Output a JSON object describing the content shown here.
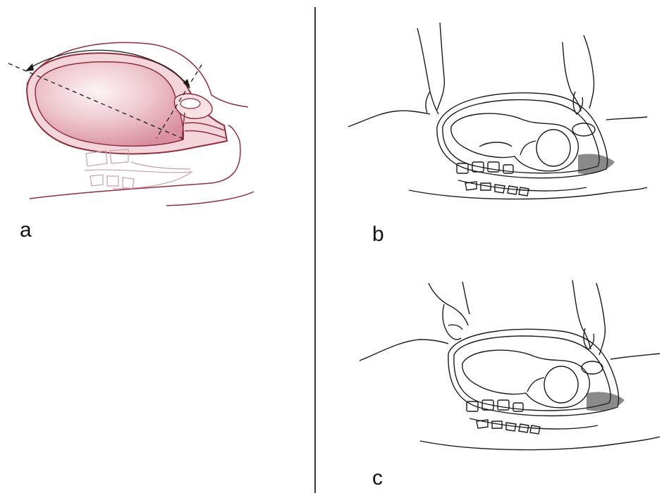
{
  "panels": [
    {
      "label": "a"
    },
    {
      "label": "b"
    },
    {
      "label": "c"
    }
  ],
  "colors": {
    "uterus_fill": "#e9bcc6",
    "uterus_highlight": "#fbeef1",
    "outline_red": "#8e2f3e",
    "line_black": "#1a1a1a",
    "divider": "#3a3a3a"
  }
}
